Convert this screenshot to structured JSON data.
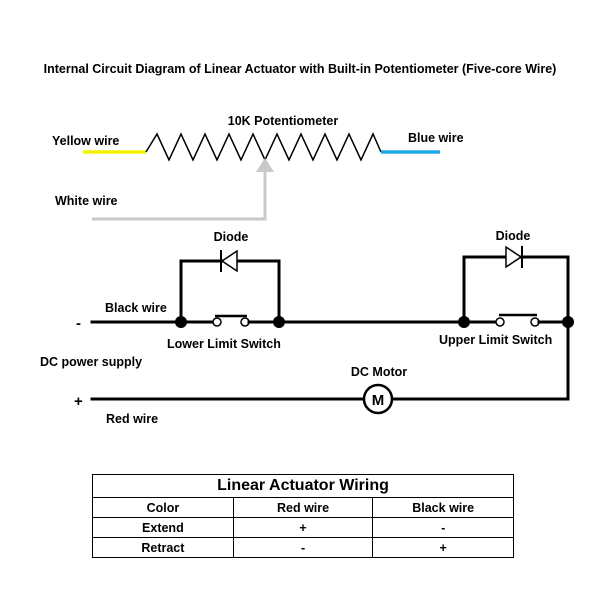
{
  "title": "Internal Circuit Diagram of Linear Actuator with Built-in Potentiometer (Five-core Wire)",
  "labels": {
    "potentiometer": "10K Potentiometer",
    "yellow_wire": "Yellow wire",
    "blue_wire": "Blue wire",
    "white_wire": "White wire",
    "diode_left": "Diode",
    "diode_right": "Diode",
    "black_wire": "Black wire",
    "minus": "-",
    "plus": "+",
    "lower_limit_switch": "Lower Limit Switch",
    "upper_limit_switch": "Upper Limit Switch",
    "dc_power_supply": "DC power supply",
    "dc_motor": "DC Motor",
    "motor_symbol": "M",
    "red_wire": "Red wire"
  },
  "colors": {
    "yellow": "#f5ef00",
    "blue": "#1ea7e6",
    "white_wire": "#c8c8c8",
    "black": "#000000"
  },
  "table": {
    "title": "Linear Actuator Wiring",
    "headers": [
      "Color",
      "Red wire",
      "Black wire"
    ],
    "rows": [
      [
        "Extend",
        "+",
        "-"
      ],
      [
        "Retract",
        "-",
        "+"
      ]
    ]
  }
}
